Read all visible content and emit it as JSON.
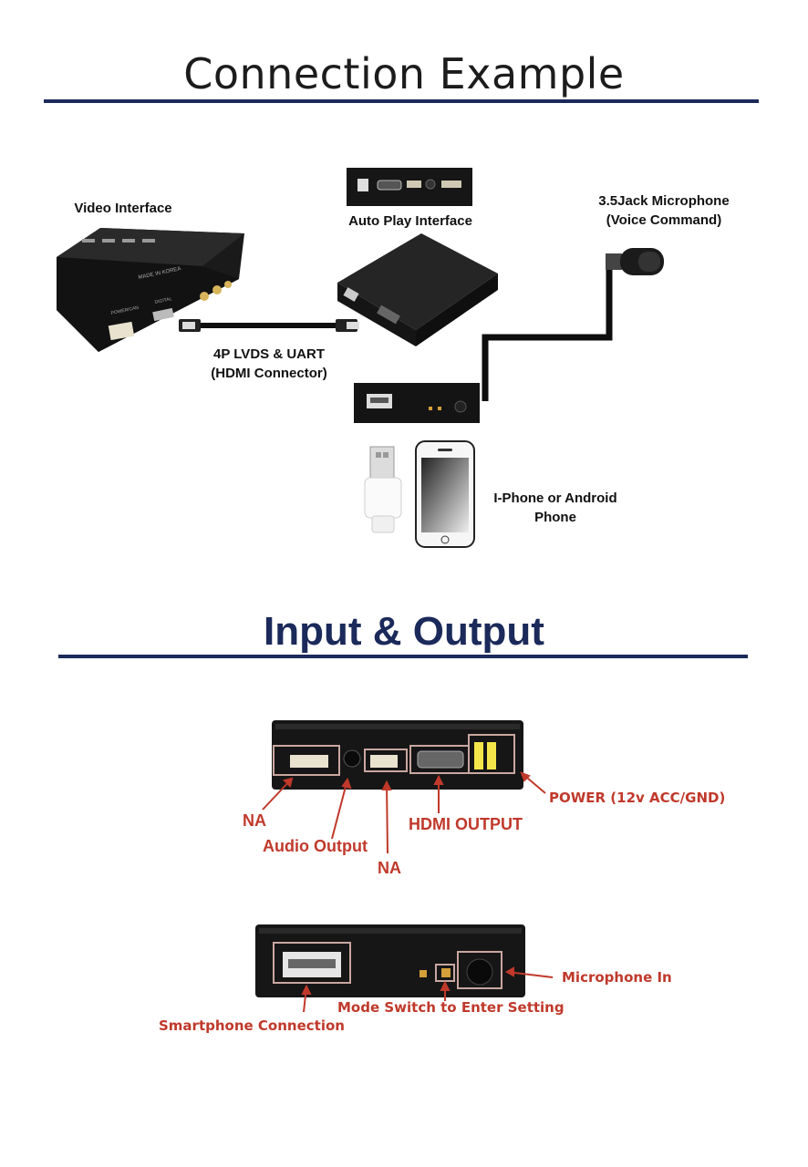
{
  "connection": {
    "title": "Connection Example",
    "labels": {
      "video_interface": "Video Interface",
      "auto_play_interface": "Auto Play Interface",
      "microphone_line1": "3.5Jack Microphone",
      "microphone_line2": "(Voice Command)",
      "cable_line1": "4P LVDS & UART",
      "cable_line2": "(HDMI Connector)",
      "phone_line1": "I-Phone or Android",
      "phone_line2": "Phone"
    },
    "device_print": {
      "made_in": "MADE IN KOREA",
      "power_can": "POWER/CAN",
      "digital": "DIGITAL"
    }
  },
  "io": {
    "title": "Input & Output",
    "front_labels": {
      "na_left": "NA",
      "audio_output": "Audio Output",
      "na_center": "NA",
      "hdmi_output": "HDMI OUTPUT",
      "power": "POWER (12v ACC/GND)"
    },
    "rear_labels": {
      "smartphone_connection": "Smartphone Connection",
      "mode_switch": "Mode Switch to Enter Setting",
      "microphone_in": "Microphone In"
    }
  },
  "colors": {
    "navy": "#1b2a5a",
    "annotation_red": "#c0392b",
    "device_black": "#151515"
  }
}
